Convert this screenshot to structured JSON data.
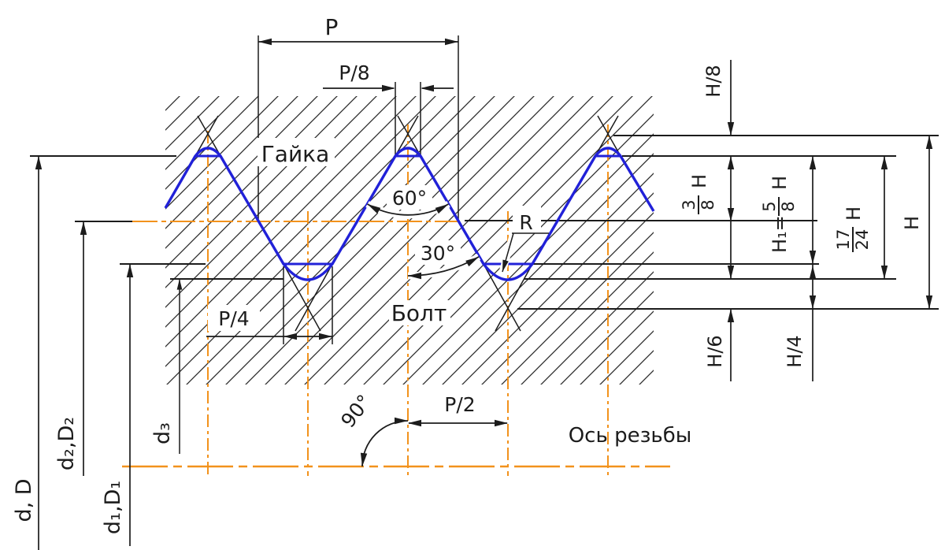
{
  "drawing": {
    "description": "Metric thread basic profile drawing (GOST), nut and bolt section",
    "colors": {
      "profile": "#2121d8",
      "centerline": "#f2921c",
      "line": "#1c1c1c",
      "hatch": "#2b2b2b",
      "background": "#ffffff"
    },
    "labels": {
      "nut": "Гайка",
      "bolt": "Болт",
      "thread_axis": "Ось резьбы",
      "pitch": "P",
      "pitch_eighth": "P/8",
      "pitch_quarter": "P/4",
      "pitch_half": "P/2",
      "angle_60": "60°",
      "angle_30": "30°",
      "angle_90": "90°",
      "radius": "R",
      "h_eighth": "H/8",
      "h_sixth": "H/6",
      "h_quarter": "H/4",
      "h_total": "H",
      "frac_3_8": {
        "num": "3",
        "den": "8",
        "suffix": "H"
      },
      "h1_eq": {
        "prefix": "H₁= ",
        "num": "5",
        "den": "8",
        "suffix": "H"
      },
      "frac_17_24": {
        "num": "17",
        "den": "24",
        "suffix": "H"
      },
      "d_D": "d, D",
      "d2_D2": "d₂,D₂",
      "d1_D1": "d₁,D₁",
      "d3": "d₃"
    }
  }
}
